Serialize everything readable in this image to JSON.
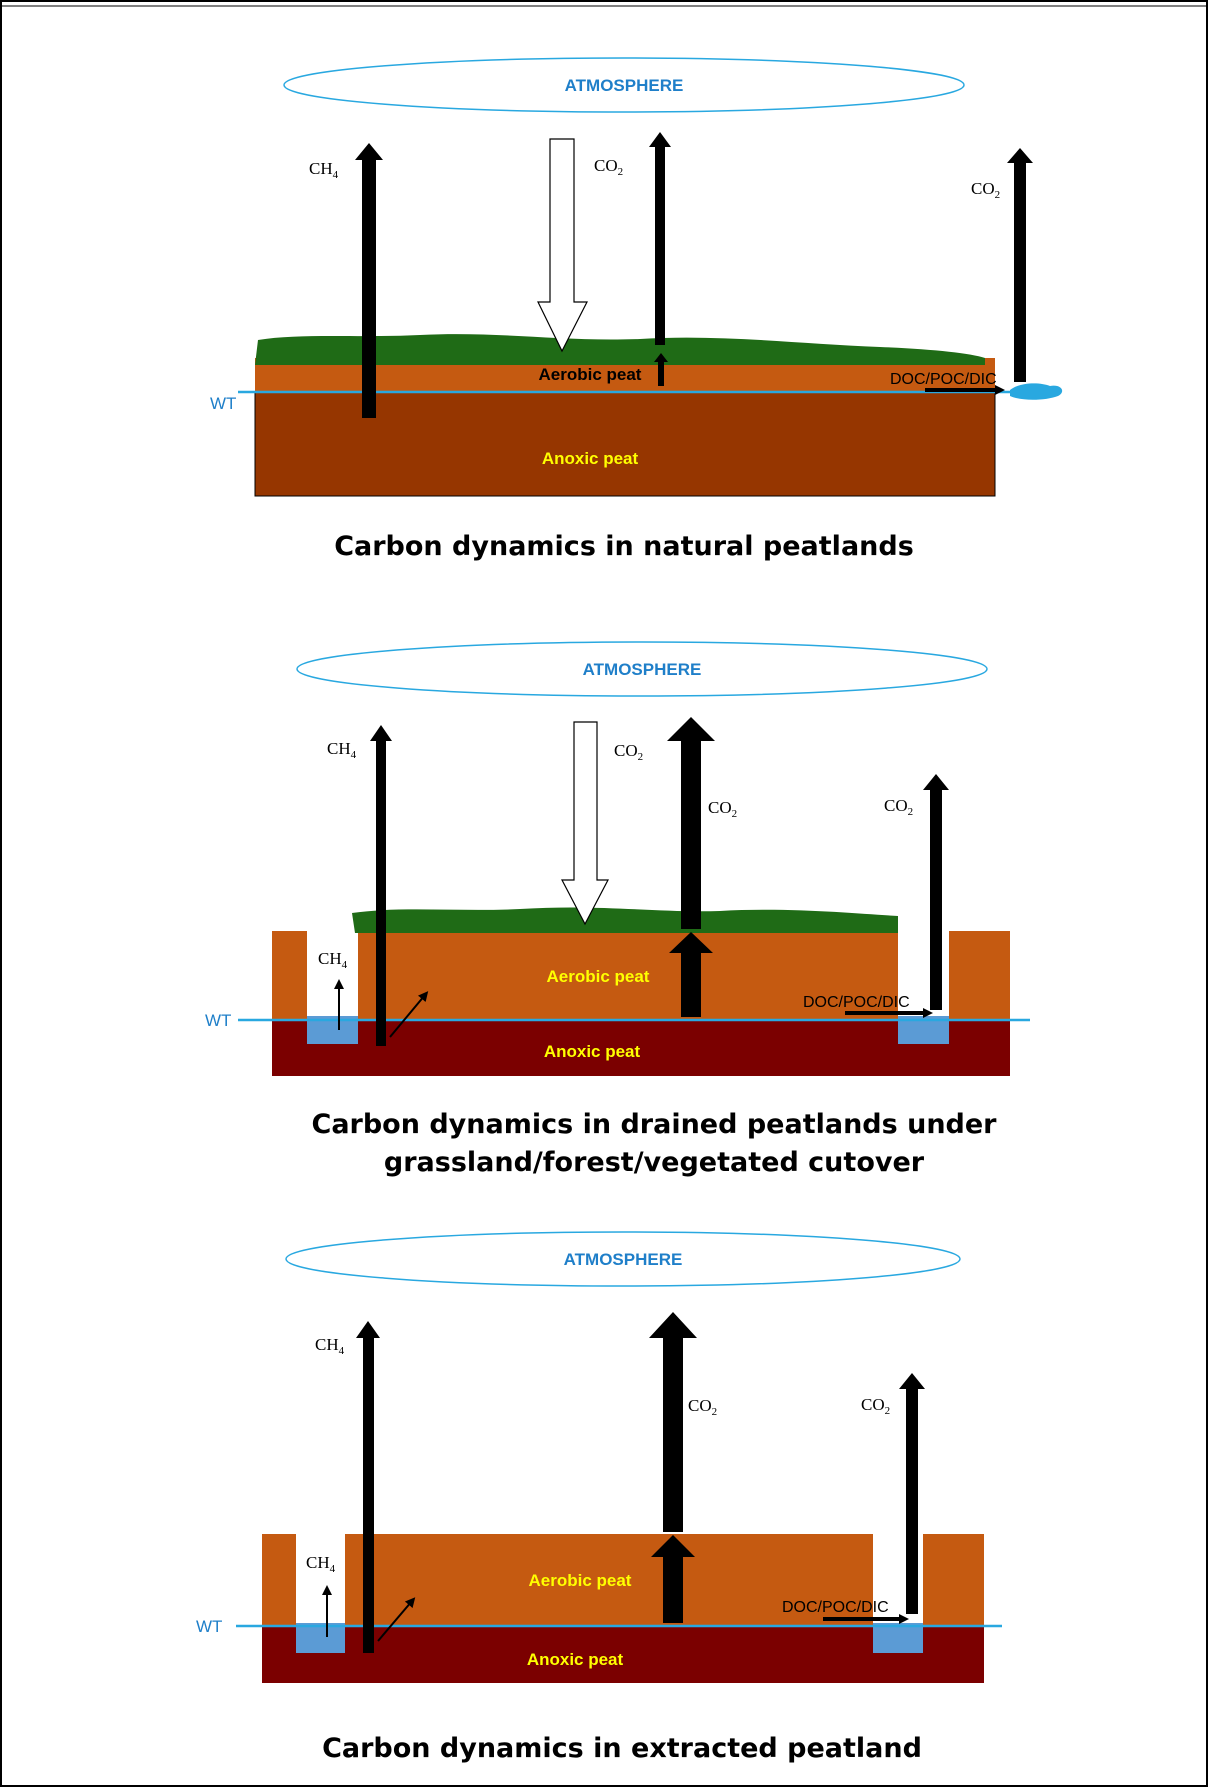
{
  "colors": {
    "atmosphere_text": "#1F7FC9",
    "water_table": "#29A8E0",
    "vegetation": "#1F6B16",
    "aerobic_peat": "#C55A11",
    "anoxic_peat_natural": "#963600",
    "anoxic_peat_drained": "#7B0000",
    "ditch_water": "#5B9BD5",
    "peat_label": "#FFFF00"
  },
  "panels": [
    {
      "atmosphere": "ATMOSPHERE",
      "ch4": {
        "main": "CH",
        "sub": "4"
      },
      "co2_a": {
        "main": "CO",
        "sub": "2"
      },
      "co2_b": {
        "main": "CO",
        "sub": "2"
      },
      "wt": "WT",
      "aerobic": "Aerobic peat",
      "anoxic": "Anoxic peat",
      "doc": "DOC/POC/DIC",
      "caption": [
        "Carbon dynamics in natural peatlands"
      ]
    },
    {
      "atmosphere": "ATMOSPHERE",
      "ch4": {
        "main": "CH",
        "sub": "4"
      },
      "co2_down": {
        "main": "CO",
        "sub": "2"
      },
      "co2_a": {
        "main": "CO",
        "sub": "2"
      },
      "co2_b": {
        "main": "CO",
        "sub": "2"
      },
      "ch4_ditch": {
        "main": "CH",
        "sub": "4"
      },
      "wt": "WT",
      "aerobic": "Aerobic peat",
      "anoxic": "Anoxic peat",
      "doc": "DOC/POC/DIC",
      "caption": [
        "Carbon dynamics in drained peatlands under",
        "grassland/forest/vegetated cutover"
      ]
    },
    {
      "atmosphere": "ATMOSPHERE",
      "ch4": {
        "main": "CH",
        "sub": "4"
      },
      "co2_a": {
        "main": "CO",
        "sub": "2"
      },
      "co2_b": {
        "main": "CO",
        "sub": "2"
      },
      "ch4_ditch": {
        "main": "CH",
        "sub": "4"
      },
      "wt": "WT",
      "aerobic": "Aerobic peat",
      "anoxic": "Anoxic peat",
      "doc": "DOC/POC/DIC",
      "caption": [
        "Carbon dynamics in extracted peatland"
      ]
    }
  ]
}
